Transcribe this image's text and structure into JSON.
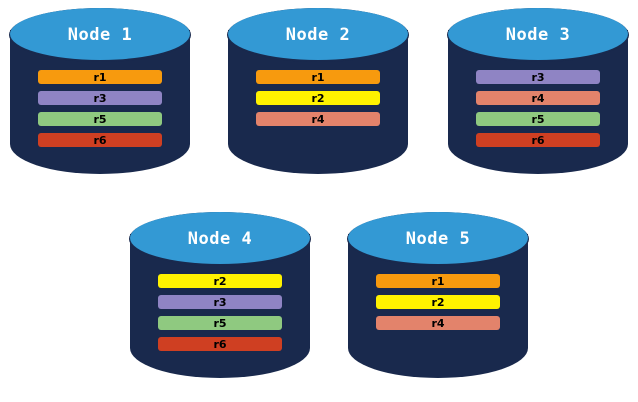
{
  "background_color": "#ffffff",
  "theme": {
    "cylinder_top_color": "#3399D4",
    "cylinder_body_color": "#19294D",
    "title_color": "#ffffff",
    "bar_label_color": "#000000"
  },
  "replica_colors": {
    "r1": "#F79A0E",
    "r2": "#FFF200",
    "r3": "#8F84C4",
    "r4": "#E3836B",
    "r5": "#8FC980",
    "r6": "#CF3F22"
  },
  "nodes": [
    {
      "id": "node-1",
      "title": "Node 1",
      "replicas": [
        {
          "label": "r1",
          "color": "#F79A0E"
        },
        {
          "label": "r3",
          "color": "#8F84C4"
        },
        {
          "label": "r5",
          "color": "#8FC980"
        },
        {
          "label": "r6",
          "color": "#CF3F22"
        }
      ]
    },
    {
      "id": "node-2",
      "title": "Node 2",
      "replicas": [
        {
          "label": "r1",
          "color": "#F79A0E"
        },
        {
          "label": "r2",
          "color": "#FFF200"
        },
        {
          "label": "r4",
          "color": "#E3836B"
        }
      ]
    },
    {
      "id": "node-3",
      "title": "Node 3",
      "replicas": [
        {
          "label": "r3",
          "color": "#8F84C4"
        },
        {
          "label": "r4",
          "color": "#E3836B"
        },
        {
          "label": "r5",
          "color": "#8FC980"
        },
        {
          "label": "r6",
          "color": "#CF3F22"
        }
      ]
    },
    {
      "id": "node-4",
      "title": "Node 4",
      "replicas": [
        {
          "label": "r2",
          "color": "#FFF200"
        },
        {
          "label": "r3",
          "color": "#8F84C4"
        },
        {
          "label": "r5",
          "color": "#8FC980"
        },
        {
          "label": "r6",
          "color": "#CF3F22"
        }
      ]
    },
    {
      "id": "node-5",
      "title": "Node 5",
      "replicas": [
        {
          "label": "r1",
          "color": "#F79A0E"
        },
        {
          "label": "r2",
          "color": "#FFF200"
        },
        {
          "label": "r4",
          "color": "#E3836B"
        }
      ]
    }
  ]
}
